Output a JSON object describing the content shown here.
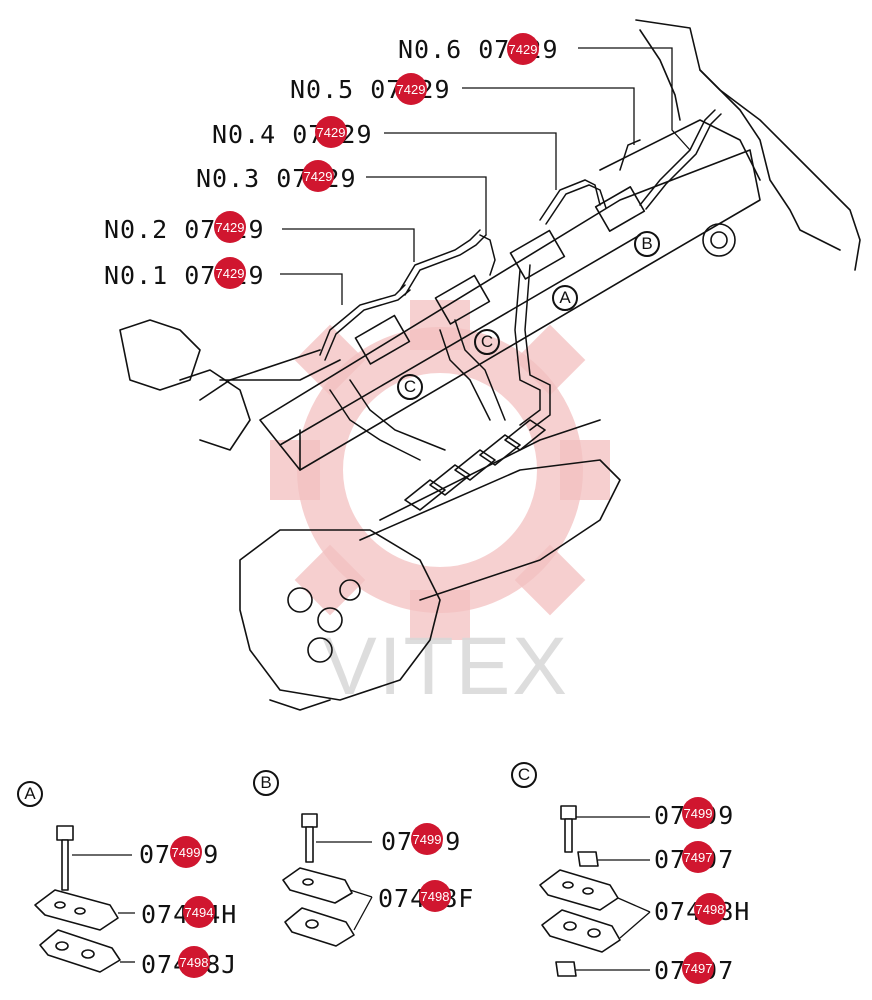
{
  "watermark": {
    "text": "VITEX",
    "gear_color": "#f3c0c0",
    "text_color": "#d8d8d8"
  },
  "hotspot_color": "#d0162f",
  "pipes": [
    {
      "label": "N0.6 07429",
      "hotspot": "7429"
    },
    {
      "label": "N0.5 07429",
      "hotspot": "7429"
    },
    {
      "label": "N0.4 07429",
      "hotspot": "7429"
    },
    {
      "label": "N0.3 07429",
      "hotspot": "7429"
    },
    {
      "label": "N0.2 07429",
      "hotspot": "7429"
    },
    {
      "label": "N0.1 07429",
      "hotspot": "7429"
    }
  ],
  "callouts": {
    "a": "A",
    "b": "B",
    "c": "C"
  },
  "detail_a": {
    "title": "A",
    "parts": [
      {
        "label": "07499",
        "hotspot": "7499"
      },
      {
        "label": "07494H",
        "hotspot": "7494"
      },
      {
        "label": "07498J",
        "hotspot": "7498"
      }
    ]
  },
  "detail_b": {
    "title": "B",
    "parts": [
      {
        "label": "07499",
        "hotspot": "7499"
      },
      {
        "label": "07498F",
        "hotspot": "7498"
      }
    ]
  },
  "detail_c": {
    "title": "C",
    "parts": [
      {
        "label": "07499",
        "hotspot": "7499"
      },
      {
        "label": "07497",
        "hotspot": "7497"
      },
      {
        "label": "07498H",
        "hotspot": "7498"
      },
      {
        "label": "07497",
        "hotspot": "7497"
      }
    ]
  }
}
